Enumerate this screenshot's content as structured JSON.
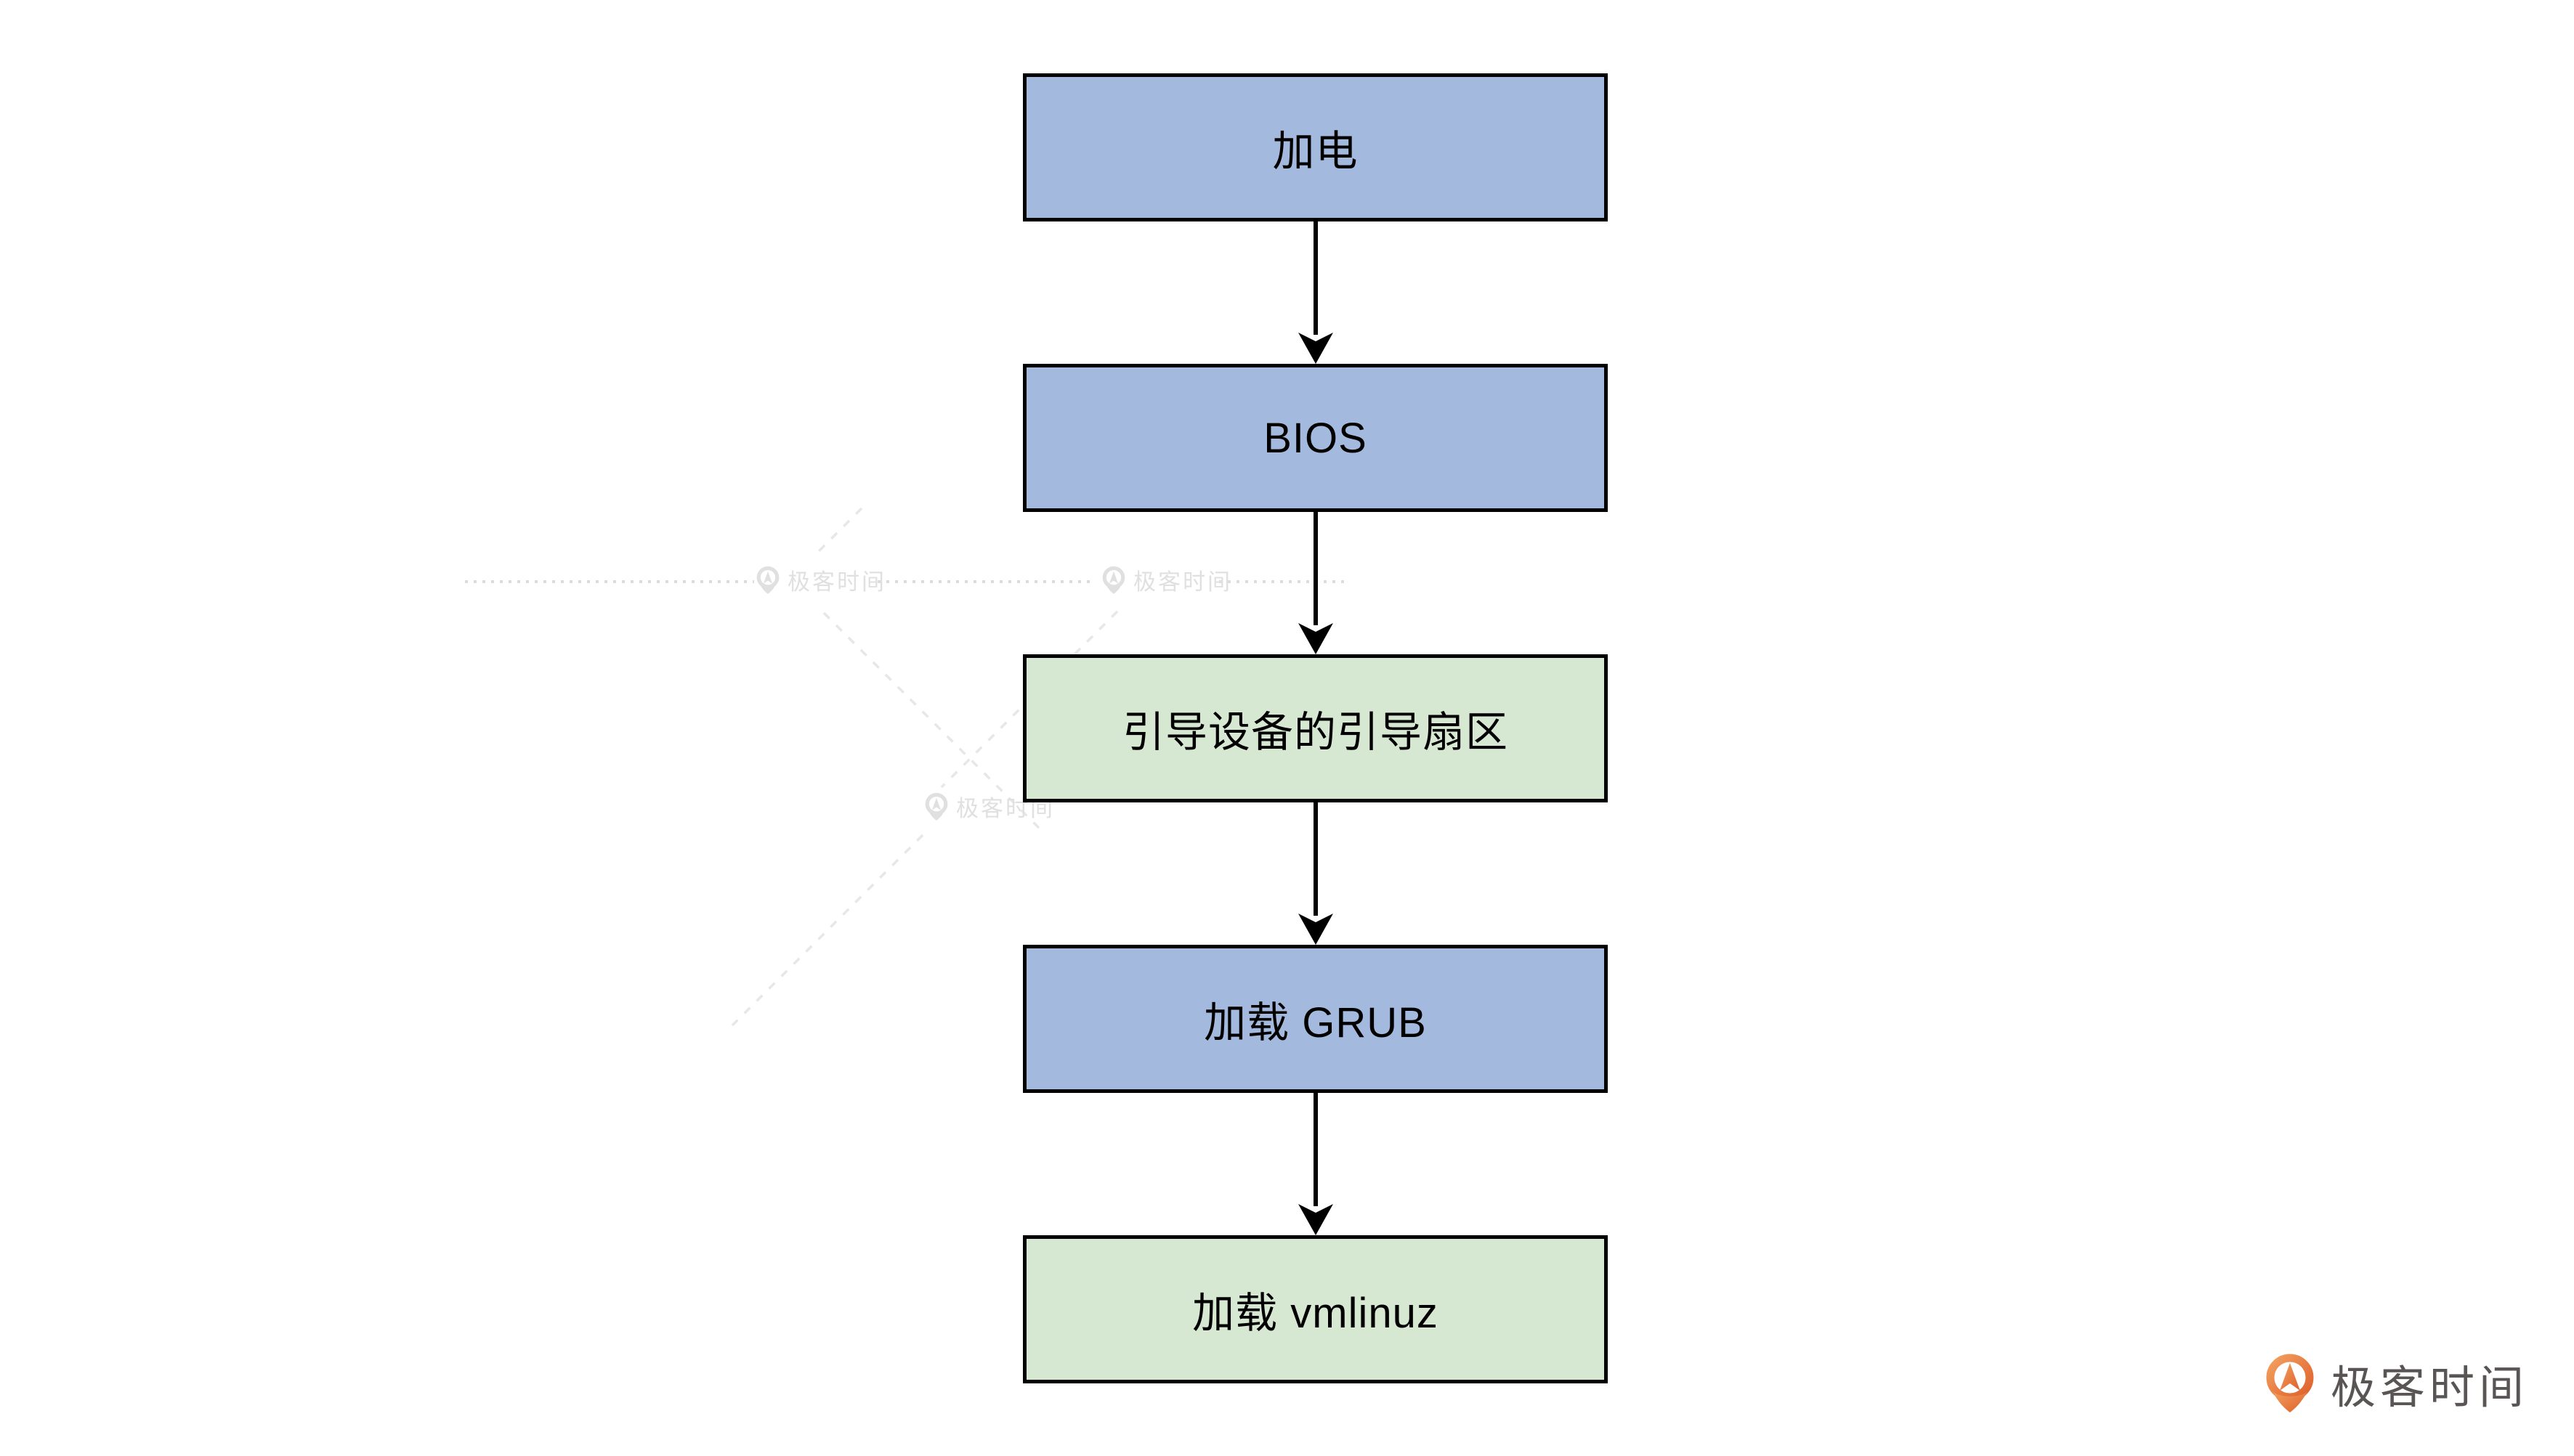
{
  "diagram": {
    "title_hint": "Linux boot sequence flowchart",
    "nodes": [
      {
        "label": "加电",
        "type": "blue"
      },
      {
        "label": "BIOS",
        "type": "blue"
      },
      {
        "label": "引导设备的引导扇区",
        "type": "green"
      },
      {
        "label": "加载 GRUB",
        "type": "blue"
      },
      {
        "label": "加载 vmlinuz",
        "type": "green"
      }
    ],
    "colors": {
      "blue": "#a3b9de",
      "green": "#d7e8d2",
      "border": "#000000",
      "arrow": "#000000"
    }
  },
  "watermark": {
    "brand": "极客时间",
    "color": "#e0e0e0"
  },
  "brand_logo": {
    "text": "极客时间",
    "text_color": "#595554",
    "icon_color_top": "#f2a05f",
    "icon_color_bottom": "#df5f2b"
  }
}
